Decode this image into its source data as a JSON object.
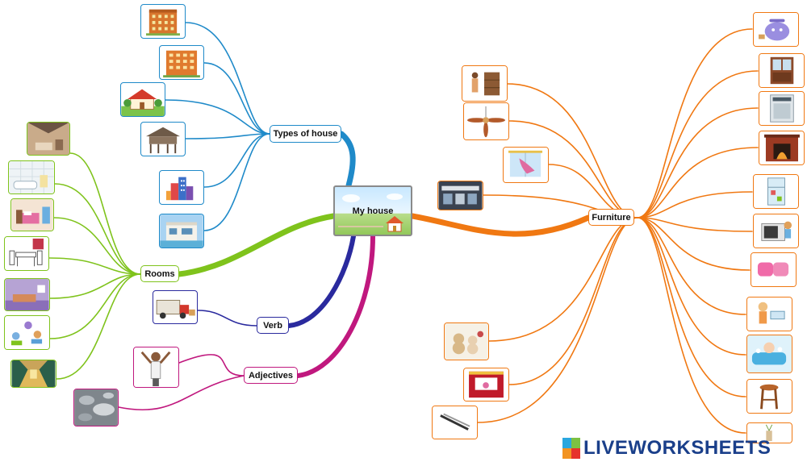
{
  "center": {
    "label": "My house"
  },
  "branches": {
    "types_of_house": {
      "label": "Types of house",
      "color": "#1f8ac9"
    },
    "rooms": {
      "label": "Rooms",
      "color": "#7fc31c"
    },
    "verb": {
      "label": "Verb",
      "color": "#2a2a9e"
    },
    "adjectives": {
      "label": "Adjectives",
      "color": "#c0187e"
    },
    "furniture": {
      "label": "Furniture",
      "color": "#f07812"
    }
  },
  "thumbnails": {
    "types_of_house": [
      "apartment-building-picture",
      "apartment-block-picture",
      "cottage-picture",
      "stilt-house-picture",
      "city-buildings-picture",
      "modern-villa-picture"
    ],
    "rooms": [
      "attic-picture",
      "bathroom-picture",
      "bedroom-picture",
      "dining-room-picture",
      "living-room-picture",
      "classroom-picture",
      "hallway-picture"
    ],
    "verb": [
      "moving-truck-picture"
    ],
    "adjectives": [
      "woman-stretching-picture",
      "rocky-floor-picture"
    ],
    "furniture_left": [
      "bookshelf-picture",
      "ceiling-fan-picture",
      "window-curtain-picture",
      "shop-interior-picture",
      "teddy-bears-picture",
      "puppet-theater-picture",
      "brush-picture"
    ],
    "furniture_right": [
      "cooking-pot-picture",
      "cupboard-picture",
      "dishwasher-picture",
      "fireplace-picture",
      "fridge-picture",
      "microwave-picture",
      "pillows-picture",
      "girl-washing-picture",
      "bathtub-picture",
      "stool-picture",
      "vase-picture"
    ]
  },
  "brand": {
    "text": "LIVEWORKSHEETS",
    "colors": [
      "#2aa7df",
      "#7cc142",
      "#f29322",
      "#e6322c"
    ]
  }
}
